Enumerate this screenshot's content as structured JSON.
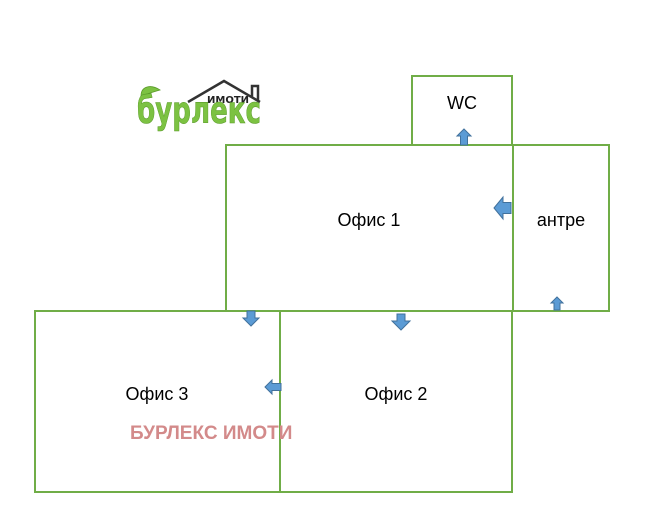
{
  "logo": {
    "word": "бурлекс",
    "small_text": "ИМОТИ",
    "brand_green": "#7cc242",
    "roof_color": "#333333"
  },
  "rooms": [
    {
      "id": "wc",
      "label": "WC"
    },
    {
      "id": "office1",
      "label": "Офис 1"
    },
    {
      "id": "hallway",
      "label": "антре"
    },
    {
      "id": "office3",
      "label": "Офис 3"
    },
    {
      "id": "office2",
      "label": "Офис 2"
    }
  ],
  "watermark": "БУРЛЕКС ИМОТИ",
  "colors": {
    "wall": "#70ad47",
    "arrow_fill": "#5b9bd5",
    "arrow_stroke": "#41719c",
    "watermark": "#d38a8a"
  },
  "arrows": [
    {
      "id": "to-wc",
      "direction": "up"
    },
    {
      "id": "to-office1",
      "direction": "left"
    },
    {
      "id": "entrance",
      "direction": "up"
    },
    {
      "id": "to-office3-top",
      "direction": "down"
    },
    {
      "id": "to-office2",
      "direction": "down"
    },
    {
      "id": "to-office3",
      "direction": "left"
    }
  ]
}
